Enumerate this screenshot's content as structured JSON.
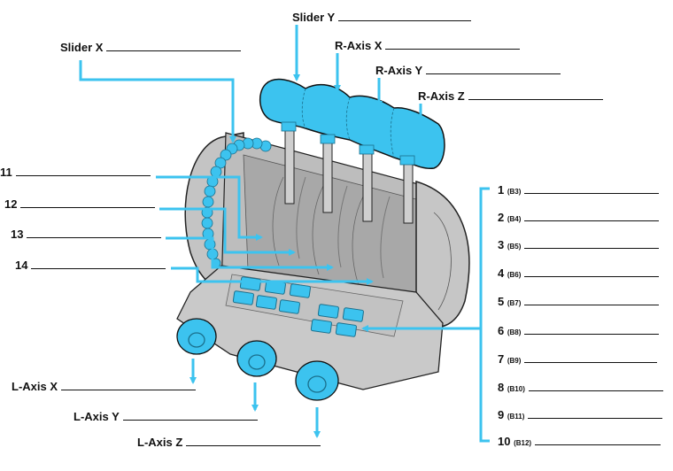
{
  "accent_color": "#3cc3ef",
  "device_color": "#c8c8c8",
  "top_labels": [
    {
      "id": "slider-y",
      "label": "Slider Y"
    },
    {
      "id": "slider-x",
      "label": "Slider X"
    },
    {
      "id": "r-axis-x",
      "label": "R-Axis X"
    },
    {
      "id": "r-axis-y",
      "label": "R-Axis Y"
    },
    {
      "id": "r-axis-z",
      "label": "R-Axis Z"
    }
  ],
  "left_labels": [
    {
      "id": "11",
      "label": "11"
    },
    {
      "id": "12",
      "label": "12"
    },
    {
      "id": "13",
      "label": "13"
    },
    {
      "id": "14",
      "label": "14"
    }
  ],
  "bottom_labels": [
    {
      "id": "l-axis-x",
      "label": "L-Axis X"
    },
    {
      "id": "l-axis-y",
      "label": "L-Axis Y"
    },
    {
      "id": "l-axis-z",
      "label": "L-Axis Z"
    }
  ],
  "button_labels": [
    {
      "num": "1",
      "code": "(B3)"
    },
    {
      "num": "2",
      "code": "(B4)"
    },
    {
      "num": "3",
      "code": "(B5)"
    },
    {
      "num": "4",
      "code": "(B6)"
    },
    {
      "num": "5",
      "code": "(B7)"
    },
    {
      "num": "6",
      "code": "(B8)"
    },
    {
      "num": "7",
      "code": "(B9)"
    },
    {
      "num": "8",
      "code": "(B10)"
    },
    {
      "num": "9",
      "code": "(B11)"
    },
    {
      "num": "10",
      "code": "(B12)"
    }
  ]
}
